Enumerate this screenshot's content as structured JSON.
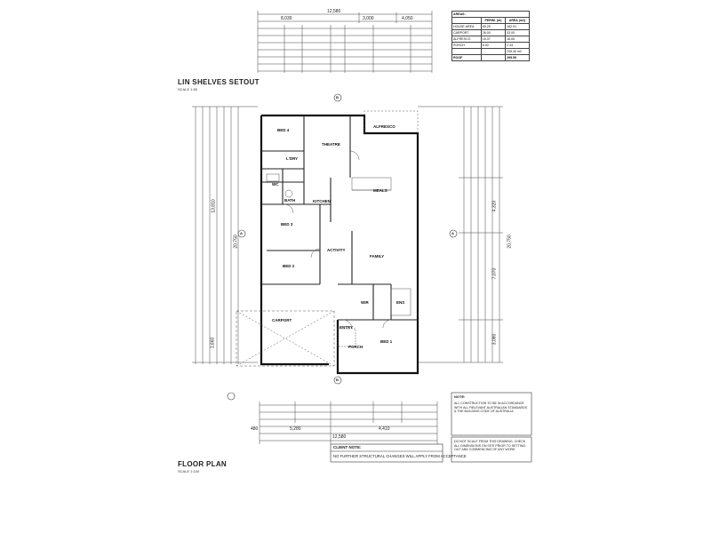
{
  "lin_setout": {
    "title": "LIN SHELVES SETOUT",
    "scale": "SCALE 1:50",
    "overall_width": "12,580",
    "segments_top": [
      "8,030",
      "3,000",
      "4,050"
    ]
  },
  "areas_table": {
    "title": "AREAS:",
    "headers": [
      "",
      "PERIM. (m)",
      "AREA (m2)"
    ],
    "rows": [
      [
        "HOUSE AREA",
        "69.25",
        "182.91"
      ],
      [
        "CARPORT",
        "26.00",
        "33.00"
      ],
      [
        "ALFRESCO",
        "16.37",
        "16.65"
      ],
      [
        "PORCH",
        "6.00",
        "2.34"
      ]
    ],
    "total_row": [
      "",
      "",
      "235.40 m2"
    ],
    "roof_row": [
      "ROOF",
      "",
      "295.59"
    ]
  },
  "rooms": {
    "bed4": "BED 4",
    "theatre": "THEATRE",
    "alfresco": "ALFRESCO",
    "ldry": "L'DRY",
    "wc": "WC",
    "bath": "BATH",
    "kitchen": "KITCHEN",
    "meals": "MEALS",
    "bed3": "BED 3",
    "activity": "ACTIVITY",
    "family": "FAMILY",
    "bed2": "BED 2",
    "wir": "WIR",
    "ens": "ENS",
    "carport": "CARPORT",
    "entry": "ENTRY",
    "porch": "PORCH",
    "bed1": "BED 1"
  },
  "dimensions": {
    "overall_depth": "20,750",
    "left_upper": "13,810",
    "right_mid": "4,320",
    "right_lower": "7,070",
    "right_bottom": "3,080",
    "left_bottom": "1,660",
    "bottom_overall": "12,580",
    "bottom_left": "5,280",
    "bottom_right": "4,410",
    "bottom_edge": "480"
  },
  "section_markers": [
    "A",
    "A",
    "B",
    "B"
  ],
  "floor_plan": {
    "title": "FLOOR PLAN",
    "scale": "SCALE 1:100"
  },
  "client_note": {
    "title": "CLIENT NOTE:",
    "text": "NO FURTHER STRUCTURAL CHANGES WILL APPLY FROM ACCEPTANCE"
  },
  "notes": {
    "title": "NOTE:",
    "items": [
      "ALL CONSTRUCTION TO BE IN ACCORDANCE WITH ALL RELEVANT AUSTRALIAN STANDARDS & THE BUILDING CODE OF AUSTRALIA",
      "DO NOT SCALE FROM THIS DRAWING. CHECK ALL DIMENSIONS ON SITE PRIOR TO SETTING OUT AND COMMENCING OF ANY WORK"
    ]
  }
}
